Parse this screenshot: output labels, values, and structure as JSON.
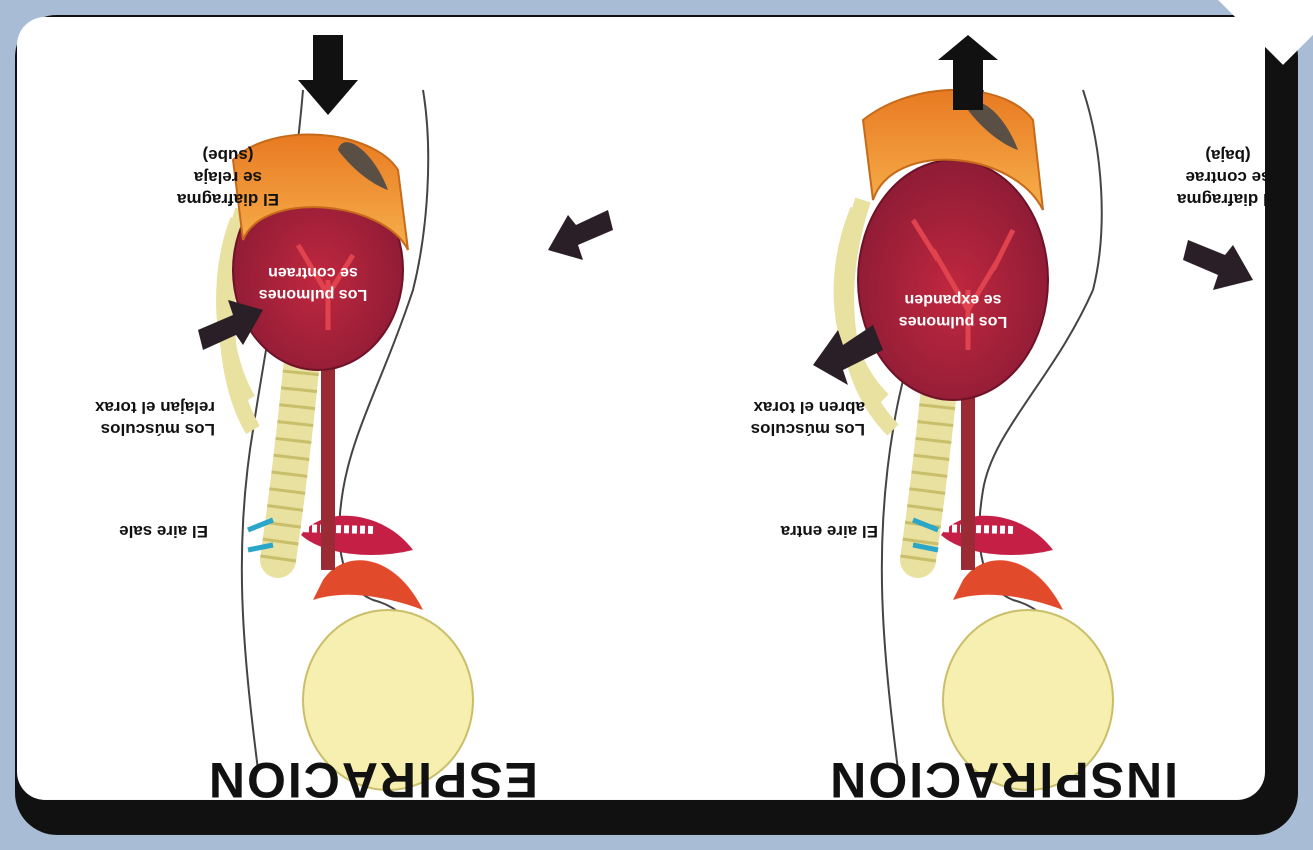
{
  "inspiration": {
    "title": "INSPIRACIÓN",
    "air_line": "El aire entra",
    "muscles_line1": "Los músculos",
    "muscles_line2": "abren el torax",
    "diaphragm_line1": "El diafragma",
    "diaphragm_line2": "se contrae",
    "diaphragm_line3": "(baja)",
    "lungs_line1": "Los pulmones",
    "lungs_line2": "se expanden"
  },
  "expiration": {
    "title": "ESPIRACIÓN",
    "air_line": "El aire sale",
    "muscles_line1": "Los músculos",
    "muscles_line2": "relajan el torax",
    "diaphragm_line1": "El diafragma",
    "diaphragm_line2": "se relaja",
    "diaphragm_line3": "(sube)",
    "lungs_line1": "Los pulmones",
    "lungs_line2": "se contraen"
  },
  "colors": {
    "background": "#a9bcd6",
    "frame": "#111111",
    "lung": "#9e1f3b",
    "diaphragm": "#f2932f",
    "bone": "#f6efb0",
    "air_arrow": "#2aa6c9",
    "force_arrow": "#2a1f26"
  }
}
